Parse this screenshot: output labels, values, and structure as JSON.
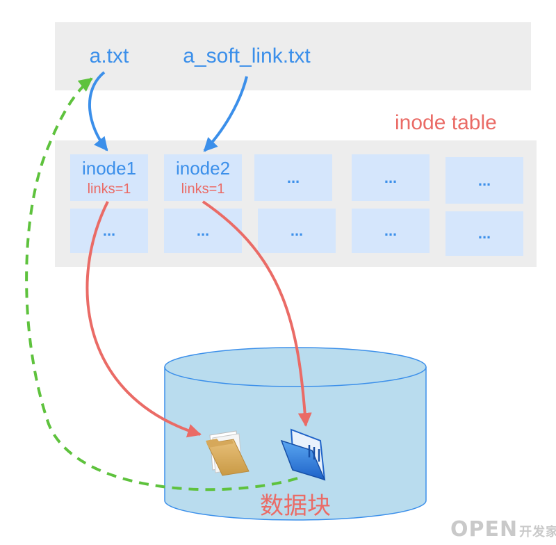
{
  "filenames": {
    "file": "a.txt",
    "soft_link": "a_soft_link.txt"
  },
  "inode_table": {
    "label": "inode table",
    "cells": [
      {
        "title": "inode1",
        "sub": "links=1"
      },
      {
        "title": "inode2",
        "sub": "links=1"
      },
      {
        "title": "...",
        "sub": ""
      },
      {
        "title": "...",
        "sub": ""
      },
      {
        "title": "...",
        "sub": ""
      },
      {
        "title": "...",
        "sub": ""
      },
      {
        "title": "...",
        "sub": ""
      },
      {
        "title": "...",
        "sub": ""
      },
      {
        "title": "...",
        "sub": ""
      },
      {
        "title": "...",
        "sub": ""
      }
    ]
  },
  "storage": {
    "label": "数据块"
  },
  "watermark": {
    "brand": "OPEN",
    "suffix": "开发家园"
  },
  "icons": [
    "folder-documents-icon",
    "folder-blue-icon"
  ],
  "colors": {
    "blue": "#3b8fea",
    "red": "#ea6b66",
    "green": "#5ec23d",
    "cell_fill": "#d5e6fc",
    "band": "#ededed",
    "cylinder_fill": "#b9dcee",
    "cylinder_stroke": "#3b8fea"
  }
}
